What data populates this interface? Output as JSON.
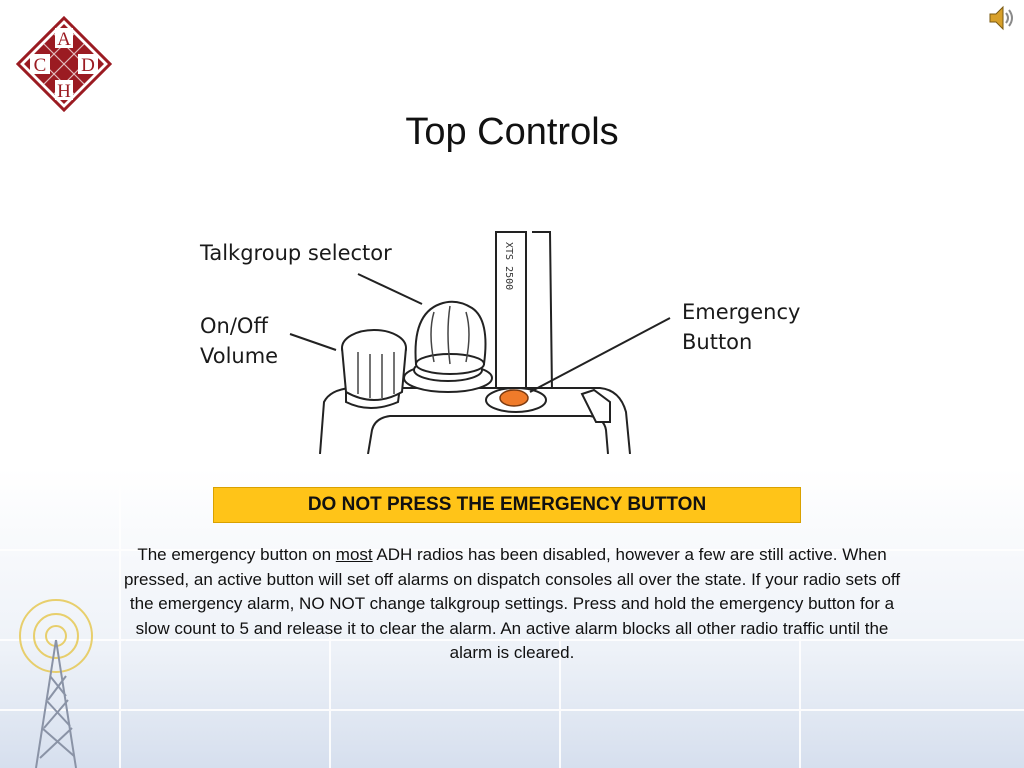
{
  "slide": {
    "title": "Top Controls",
    "logo": {
      "letters": [
        "A",
        "C",
        "D",
        "H"
      ],
      "color": "#9b1b22",
      "icon": "adh-diamond-logo-icon"
    },
    "speaker_icon": "speaker-icon",
    "figure": {
      "labels": {
        "talkgroup": "Talkgroup selector",
        "onoff_line1": "On/Off",
        "onoff_line2": "Volume",
        "emergency_line1": "Emergency",
        "emergency_line2": "Button"
      },
      "emergency_button_color": "#f07b2a"
    },
    "warning": {
      "text": "DO NOT PRESS THE EMERGENCY BUTTON",
      "background": "#ffc418"
    },
    "body": {
      "part1": "The emergency button on ",
      "underlined": "most",
      "part2": " ADH radios has been disabled, however a few are still active.  When pressed, an active button will set off alarms on dispatch consoles all over the state.  If your radio sets off the emergency alarm, NO NOT change talkgroup settings.  Press and hold the emergency button for a slow count to 5 and release it to clear the alarm.  An active alarm blocks all other radio traffic until the alarm is cleared."
    }
  }
}
